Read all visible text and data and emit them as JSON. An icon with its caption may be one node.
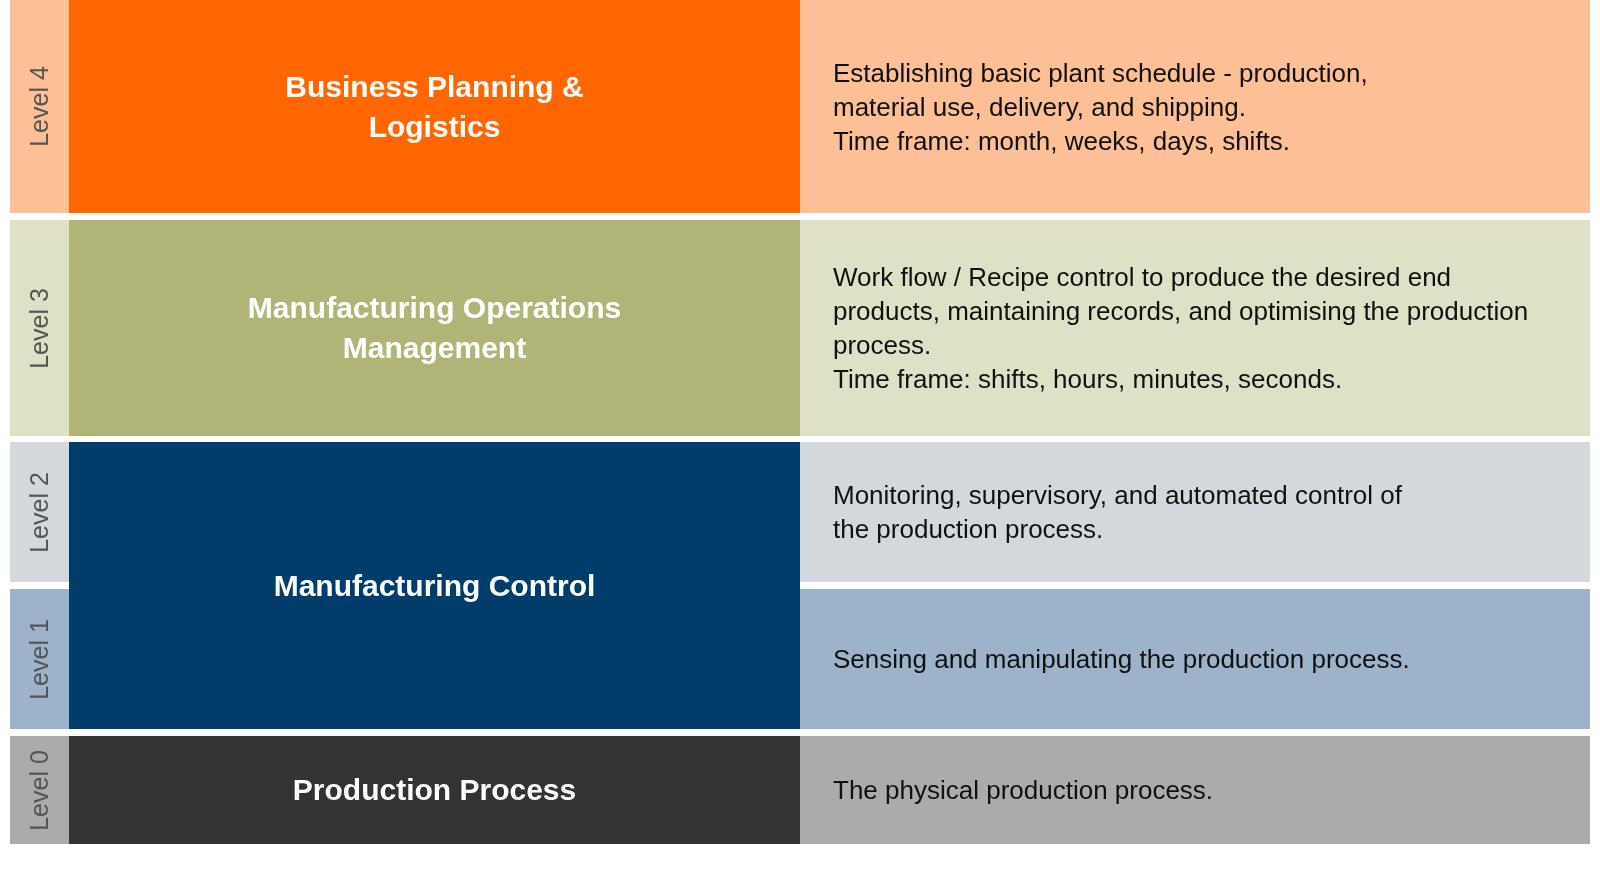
{
  "diagram": {
    "nodes": [
      {
        "text": [
          "Level 4"
        ]
      },
      {
        "text": [
          "Business Planning & Logistics"
        ]
      },
      {
        "text": [
          "Establishing basic plant schedule - production, material use, delivery, and shipping.",
          "Time frame: month, weeks, days, shifts."
        ]
      },
      {
        "text": [
          "Level 3"
        ]
      },
      {
        "text": [
          "Manufacturing Operations Management"
        ]
      },
      {
        "text": [
          "Work flow / Recipe control to produce the desired end products, maintaining records, and optimising the production process.",
          "Time frame: shifts, hours, minutes, seconds."
        ]
      },
      {
        "text": [
          "Level 2"
        ]
      },
      {
        "text": [
          "Manufacturing Control"
        ]
      },
      {
        "text": [
          "Monitoring, supervisory, and automated control of the production process."
        ]
      },
      {
        "text": [
          "Level 1"
        ]
      },
      {
        "text": [
          "Sensing and manipulating the production process."
        ]
      },
      {
        "text": [
          "Level 0"
        ]
      },
      {
        "text": [
          "Production Process"
        ]
      },
      {
        "text": [
          "The physical production process."
        ]
      }
    ]
  }
}
